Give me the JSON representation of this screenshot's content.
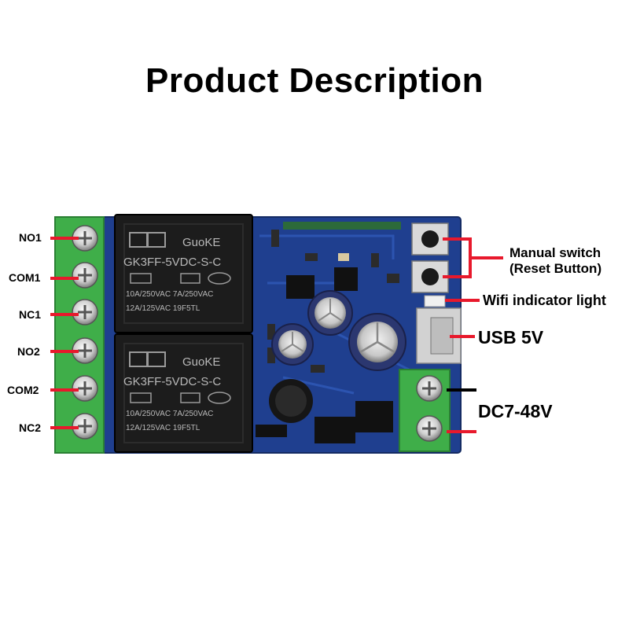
{
  "title": "Product Description",
  "terminals_left": [
    "NO1",
    "COM1",
    "NC1",
    "NO2",
    "COM2",
    "NC2"
  ],
  "relays": [
    {
      "brand": "GuoKE",
      "model": "GK3FF-5VDC-S-C",
      "rating1": "10A/250VAC  7A/250VAC",
      "rating2": "12A/125VAC     19F5TL"
    },
    {
      "brand": "GuoKE",
      "model": "GK3FF-5VDC-S-C",
      "rating1": "10A/250VAC  7A/250VAC",
      "rating2": "12A/125VAC     19F5TL"
    }
  ],
  "callouts": {
    "manual_switch": "Manual switch",
    "reset_button": "(Reset Button)",
    "wifi_indicator": "Wifi indicator light",
    "usb": "USB 5V",
    "dc_input": "DC7-48V"
  },
  "colors": {
    "pcb": "#1f3f8f",
    "terminal_block": "#3fae49",
    "relay": "#1c1c1c",
    "pointer": "#e8192c"
  }
}
